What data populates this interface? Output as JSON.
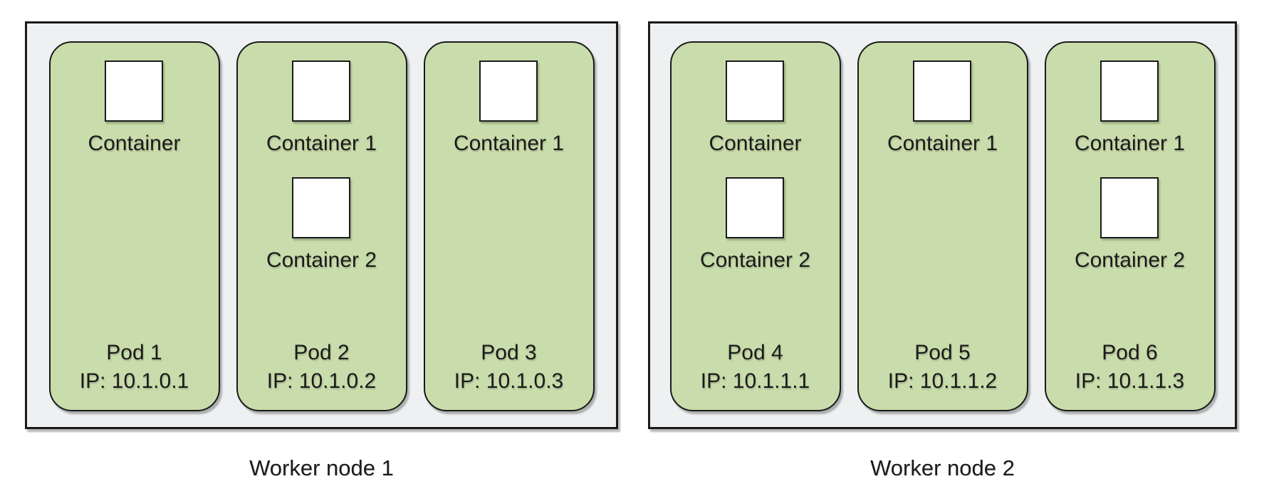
{
  "colors": {
    "node_fill": "#eef0f2",
    "pod_fill": "#c9dcab",
    "stroke": "#1a1a1a",
    "container_fill": "#ffffff",
    "text": "#1a1a1a"
  },
  "nodes": [
    {
      "label": "Worker node 1",
      "pods": [
        {
          "name": "Pod 1",
          "ip": "IP: 10.1.0.1",
          "containers": [
            "Container"
          ]
        },
        {
          "name": "Pod 2",
          "ip": "IP: 10.1.0.2",
          "containers": [
            "Container 1",
            "Container 2"
          ]
        },
        {
          "name": "Pod 3",
          "ip": "IP: 10.1.0.3",
          "containers": [
            "Container 1"
          ]
        }
      ]
    },
    {
      "label": "Worker node 2",
      "pods": [
        {
          "name": "Pod 4",
          "ip": "IP: 10.1.1.1",
          "containers": [
            "Container",
            "Container 2"
          ]
        },
        {
          "name": "Pod 5",
          "ip": "IP: 10.1.1.2",
          "containers": [
            "Container 1"
          ]
        },
        {
          "name": "Pod 6",
          "ip": "IP: 10.1.1.3",
          "containers": [
            "Container 1",
            "Container 2"
          ]
        }
      ]
    }
  ]
}
